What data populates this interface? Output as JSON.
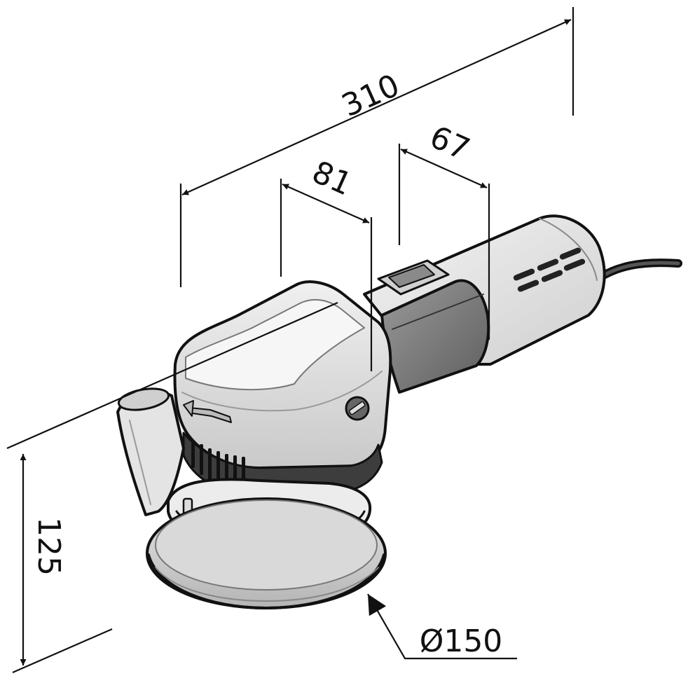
{
  "dimensions": {
    "total_length": "310",
    "front_section": "81",
    "switch_section": "67",
    "height": "125",
    "pad_diameter": "Ø150"
  },
  "colors": {
    "line": "#111111",
    "body_light": "#ededed",
    "body_mid": "#d4d4d4",
    "body_dark": "#a8a8a8",
    "body_darker": "#8a8a8a",
    "background": "#ffffff"
  }
}
